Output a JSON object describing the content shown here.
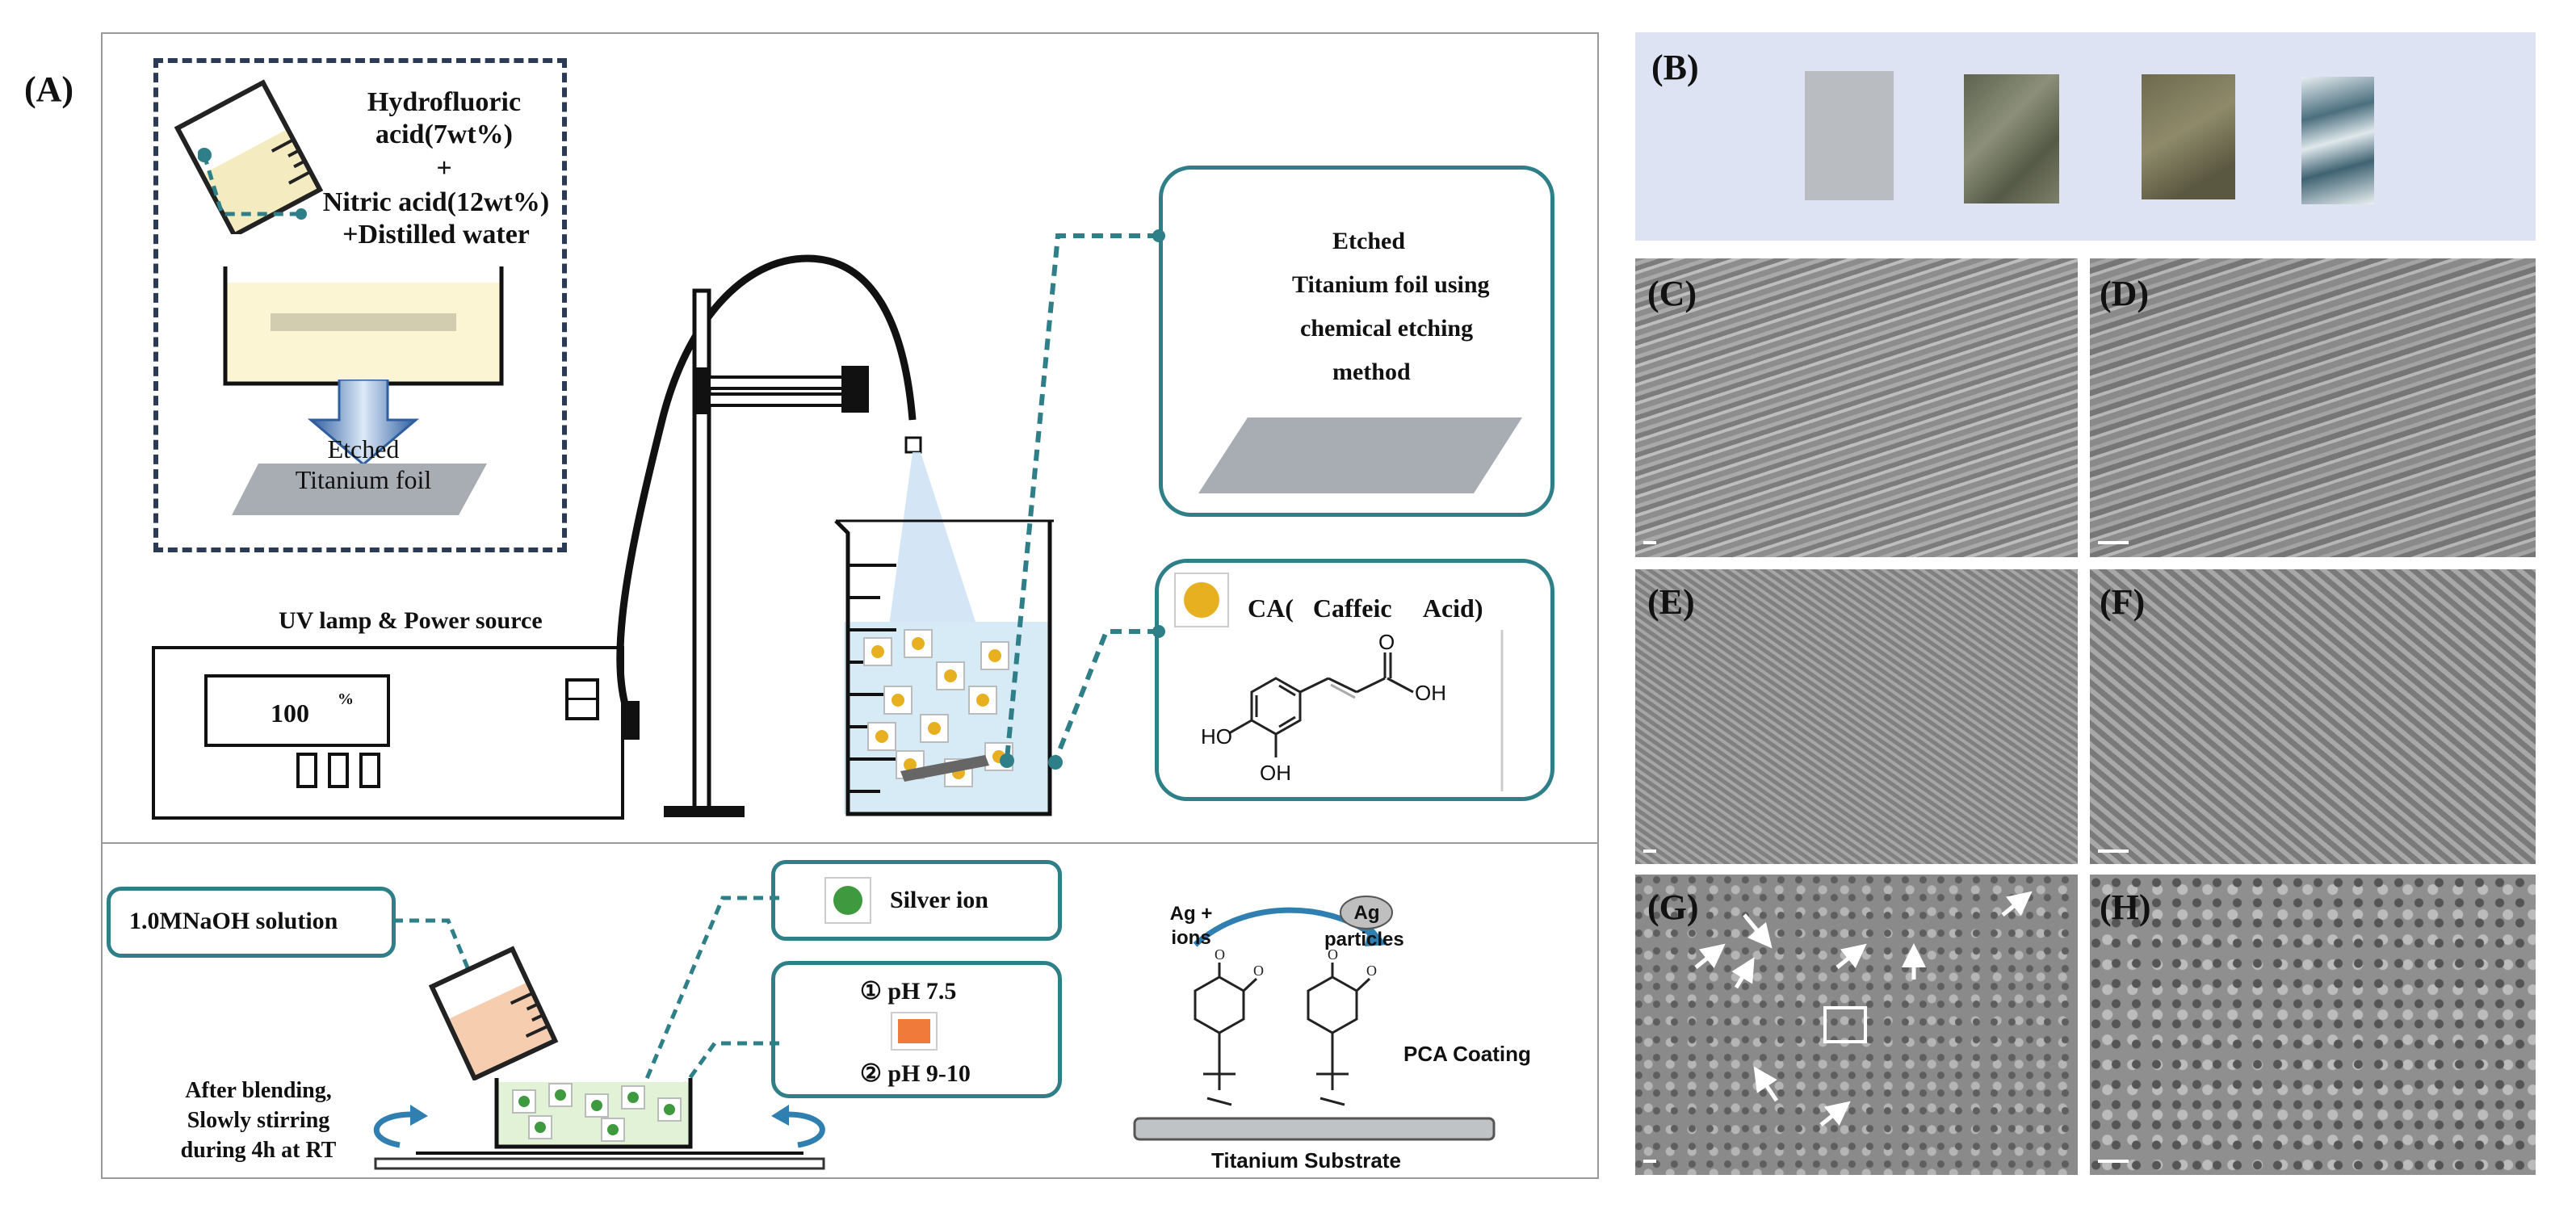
{
  "panel_a": {
    "label": "(A)",
    "etch_box": {
      "reagent_line1": "Hydrofluoric",
      "reagent_line2": "acid(7wt%)",
      "plus": "+",
      "reagent_line3": "Nitric acid(12wt%)",
      "reagent_line4": "+Distilled water",
      "etched": "Etched",
      "foil": "Titanium foil"
    },
    "uv_label": "UV lamp & Power source",
    "power_value": "100",
    "power_unit": "%",
    "callout_etched": {
      "line1": "Etched",
      "line2": "Titanium foil using",
      "line3": "chemical etching",
      "line4": "method"
    },
    "callout_ca": {
      "title": "CA(   Caffeic     Acid)",
      "o_label": "O",
      "oh_label": "OH",
      "ho_label": "HO",
      "oh2_label": "OH"
    },
    "naoh_label": "1.0MNaOH solution",
    "silver_label": "Silver ion",
    "ph_line1": "① pH 7.5",
    "ph_line2": "② pH 9-10",
    "blend_line1": "After blending,",
    "blend_line2": "Slowly stirring",
    "blend_line3": "during 4h at RT",
    "ag_ions_line1": "Ag +",
    "ag_ions_line2": "ions",
    "ag_particles_line1": "Ag",
    "ag_particles_line2": "particles",
    "pca_coating": "PCA Coating",
    "substrate": "Titanium Substrate"
  },
  "panel_b": {
    "label": "(B)"
  },
  "sem_panels": [
    {
      "label": "(C)"
    },
    {
      "label": "(D)"
    },
    {
      "label": "(E)"
    },
    {
      "label": "(F)"
    },
    {
      "label": "(G)"
    },
    {
      "label": "(H)"
    }
  ],
  "colors": {
    "teal": "#2e7f87",
    "dark_navy": "#2b3a55",
    "beaker_blue": "#cde6f5",
    "ca_yellow": "#e6b020",
    "silver_green": "#3f9a3f",
    "orange": "#f07a3a",
    "titanium_gray": "#a8adb3"
  }
}
